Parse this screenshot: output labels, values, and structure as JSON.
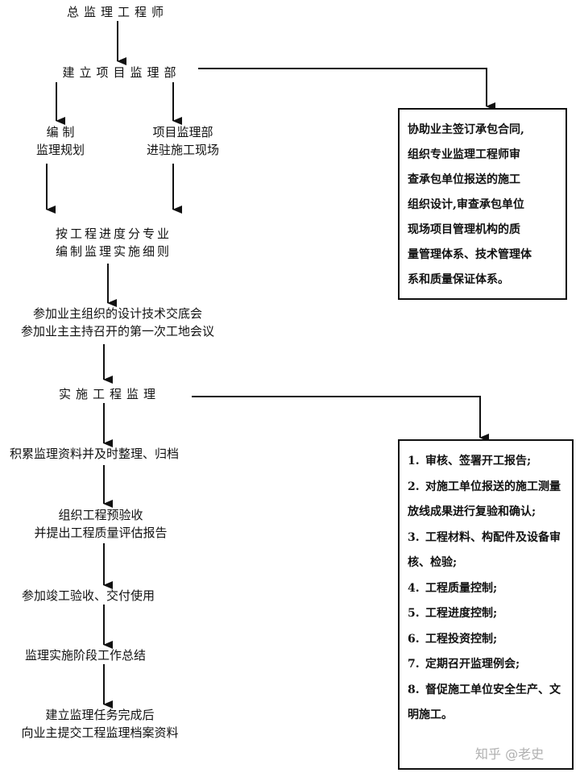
{
  "nodes": {
    "chief": "总监理工程师",
    "establish_dept": "建立项目监理部",
    "compile_line1": "编 制",
    "compile_line2": "监理规划",
    "enter_site_line1": "项目监理部",
    "enter_site_line2": "进驻施工现场",
    "detail_line1": "按工程进度分专业",
    "detail_line2": "编制监理实施细则",
    "meeting_line1": "参加业主组织的设计技术交底会",
    "meeting_line2": "参加业主主持召开的第一次工地会议",
    "implement": "实施工程监理",
    "accumulate": "积累监理资料并及时整理、归档",
    "preaccept_line1": "组织工程预验收",
    "preaccept_line2": "并提出工程质量评估报告",
    "handover": "参加竣工验收、交付使用",
    "summary": "监理实施阶段工作总结",
    "archive_line1": "建立监理任务完成后",
    "archive_line2": "向业主提交工程监理档案资料"
  },
  "box1": {
    "lines": [
      "协助业主签订承包合同,",
      "组织专业监理工程师审",
      "查承包单位报送的施工",
      "组织设计,审查承包单位",
      "现场项目管理机构的质",
      "量管理体系、技术管理体",
      "系和质量保证体系。"
    ]
  },
  "box2": {
    "items": [
      {
        "num": "1.",
        "text": "审核、签署开工报告;"
      },
      {
        "num": "2.",
        "text": "对施工单位报送的施工测量放线成果进行复验和确认;"
      },
      {
        "num": "3.",
        "text": "工程材料、构配件及设备审核、检验;"
      },
      {
        "num": "4.",
        "text": "工程质量控制;"
      },
      {
        "num": "5.",
        "text": "工程进度控制;"
      },
      {
        "num": "6.",
        "text": "工程投资控制;"
      },
      {
        "num": "7.",
        "text": "定期召开监理例会;"
      },
      {
        "num": "8.",
        "text": "督促施工单位安全生产、文明施工。"
      }
    ]
  },
  "watermark": "知乎 @老史"
}
